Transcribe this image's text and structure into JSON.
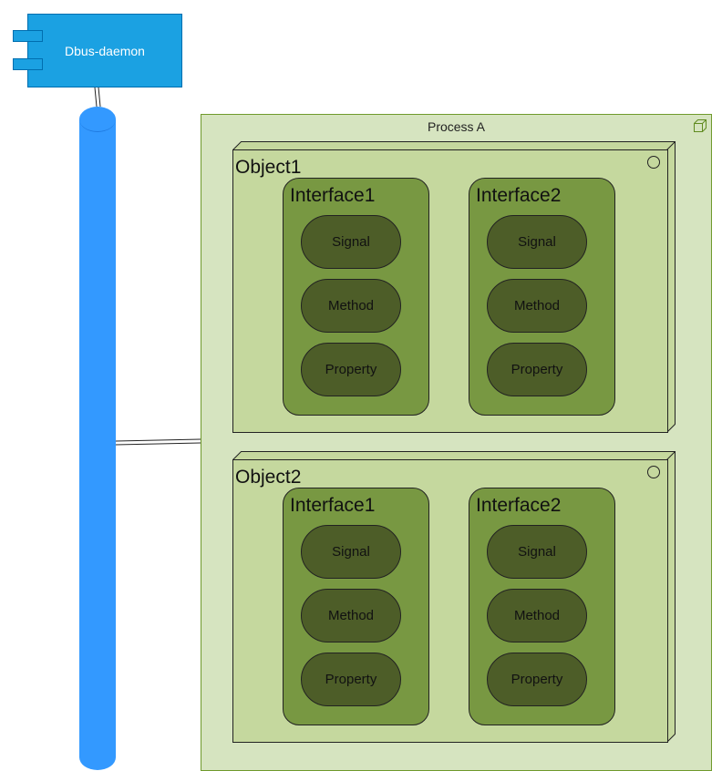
{
  "daemon": {
    "label": "Dbus-daemon"
  },
  "process": {
    "title": "Process A"
  },
  "objects": [
    {
      "title": "Object1",
      "interfaces": [
        {
          "title": "Interface1",
          "members": [
            "Signal",
            "Method",
            "Property"
          ]
        },
        {
          "title": "Interface2",
          "members": [
            "Signal",
            "Method",
            "Property"
          ]
        }
      ]
    },
    {
      "title": "Object2",
      "interfaces": [
        {
          "title": "Interface1",
          "members": [
            "Signal",
            "Method",
            "Property"
          ]
        },
        {
          "title": "Interface2",
          "members": [
            "Signal",
            "Method",
            "Property"
          ]
        }
      ]
    }
  ],
  "colors": {
    "daemon": "#1ba1e2",
    "bus": "#3399ff",
    "process": "#d6e4c0",
    "object": "#c5d89e",
    "interface": "#789842",
    "member": "#4d5d28"
  },
  "icons": [
    "component-tab-icon",
    "cube-icon",
    "object-circle-icon"
  ]
}
